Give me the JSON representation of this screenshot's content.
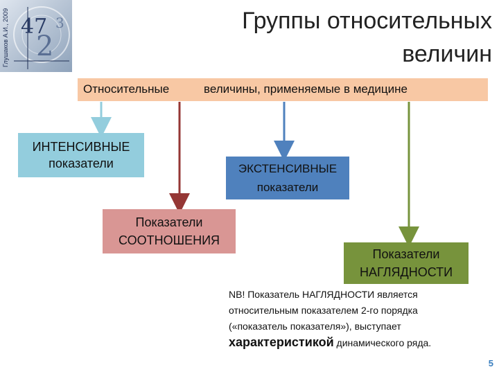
{
  "credit": "Глушаков А.И., 2009",
  "title_line1": "Группы   относительных",
  "title_line2": "величин",
  "banner_left": "Относительные",
  "banner_right": "величины,  применяемые  в  медицине",
  "intens_line1": "ИНТЕНСИВНЫЕ",
  "intens_line2": "показатели",
  "extens_line1": "ЭКСТЕНСИВНЫЕ",
  "extens_line2": "показатели",
  "sootn_line1": "Показатели",
  "sootn_line2": "СООТНОШЕНИЯ",
  "nagl_line1": "Показатели",
  "nagl_line2": "НАГЛЯДНОСТИ",
  "note_line1": "NB!  Показатель  НАГЛЯДНОСТИ   является",
  "note_line2": "относительным  показателем    2-го порядка",
  "note_line3": "(«показатель  показателя»),  выступает",
  "note_big": "характеристикой",
  "note_end": " динамического  ряда.",
  "page_number": "5",
  "colors": {
    "banner": "#f8c8a4",
    "intens": "#93cddd",
    "extens": "#4f81bd",
    "sootn": "#d99694",
    "nagl": "#77933c"
  }
}
